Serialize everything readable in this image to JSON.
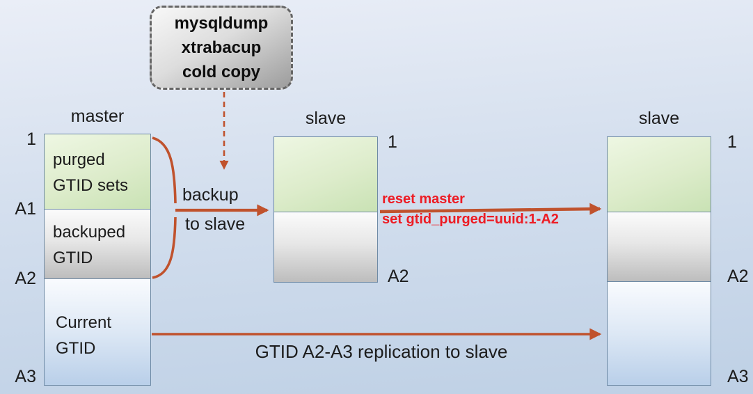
{
  "colors": {
    "arrow": "#c0522d",
    "red_text": "#ed1c24",
    "section_green": "#c9e2b4",
    "section_gray": "#bdbdbd",
    "section_blue": "#b9cfe9",
    "background_top": "#eaeef7",
    "background_bottom": "#bed0e5"
  },
  "tool_box": {
    "lines": [
      "mysqldump",
      "xtrabacup",
      "cold copy"
    ]
  },
  "master": {
    "title": "master",
    "sections": [
      {
        "line1": "purged",
        "line2": "GTID sets"
      },
      {
        "line1": "backuped",
        "line2": "GTID"
      },
      {
        "line1": "Current",
        "line2": "GTID"
      }
    ],
    "ticks": [
      "1",
      "A1",
      "A2",
      "A3"
    ]
  },
  "slave_middle": {
    "title": "slave",
    "ticks": [
      "1",
      "A2"
    ]
  },
  "slave_right": {
    "title": "slave",
    "ticks": [
      "1",
      "A2",
      "A3"
    ]
  },
  "labels": {
    "backup_line1": "backup",
    "backup_line2": "to slave",
    "reset_line1": "reset master",
    "reset_line2": "set gtid_purged=uuid:1-A2",
    "replication": "GTID A2-A3 replication to slave"
  }
}
